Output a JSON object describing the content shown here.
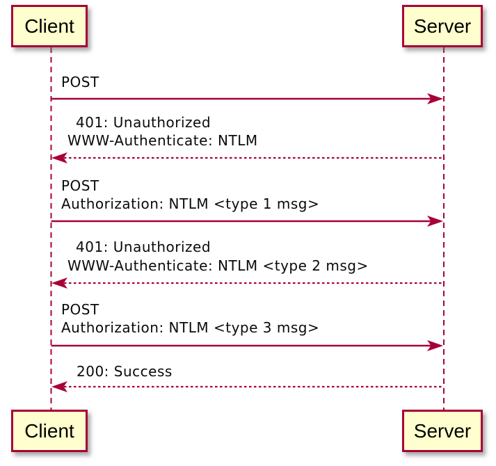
{
  "diagram": {
    "type": "sequence",
    "participants": [
      {
        "id": "client",
        "label": "Client"
      },
      {
        "id": "server",
        "label": "Server"
      }
    ],
    "messages": [
      {
        "from": "client",
        "to": "server",
        "style": "solid",
        "lines": [
          "POST"
        ]
      },
      {
        "from": "server",
        "to": "client",
        "style": "dotted",
        "lines": [
          "401: Unauthorized",
          "WWW-Authenticate: NTLM"
        ]
      },
      {
        "from": "client",
        "to": "server",
        "style": "solid",
        "lines": [
          "POST",
          "Authorization: NTLM <type 1 msg>"
        ]
      },
      {
        "from": "server",
        "to": "client",
        "style": "dotted",
        "lines": [
          "401: Unauthorized",
          "WWW-Authenticate: NTLM <type 2 msg>"
        ]
      },
      {
        "from": "client",
        "to": "server",
        "style": "solid",
        "lines": [
          "POST",
          "Authorization: NTLM <type 3 msg>"
        ]
      },
      {
        "from": "server",
        "to": "client",
        "style": "dotted",
        "lines": [
          "200: Success"
        ]
      }
    ],
    "colors": {
      "accent": "#A80036",
      "participant_fill": "#FEFECE",
      "text": "#000000",
      "background": "#FFFFFF"
    }
  }
}
